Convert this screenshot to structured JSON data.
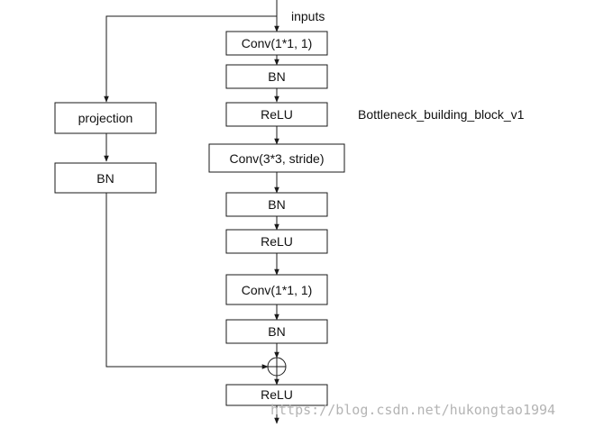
{
  "diagram": {
    "inputs_label": "inputs",
    "title": "Bottleneck_building_block_v1",
    "main_path": [
      {
        "id": "conv1",
        "label": "Conv(1*1, 1)"
      },
      {
        "id": "bn1",
        "label": "BN"
      },
      {
        "id": "relu1",
        "label": "ReLU"
      },
      {
        "id": "conv2",
        "label": "Conv(3*3, stride)"
      },
      {
        "id": "bn2",
        "label": "BN"
      },
      {
        "id": "relu2",
        "label": "ReLU"
      },
      {
        "id": "conv3",
        "label": "Conv(1*1, 1)"
      },
      {
        "id": "bn3",
        "label": "BN"
      }
    ],
    "shortcut_path": [
      {
        "id": "projection",
        "label": "projection"
      },
      {
        "id": "bn_shortcut",
        "label": "BN"
      }
    ],
    "adder_symbol": "⊕",
    "output": {
      "id": "relu_out",
      "label": "ReLU"
    }
  },
  "watermark": "https://blog.csdn.net/hukongtao1994"
}
